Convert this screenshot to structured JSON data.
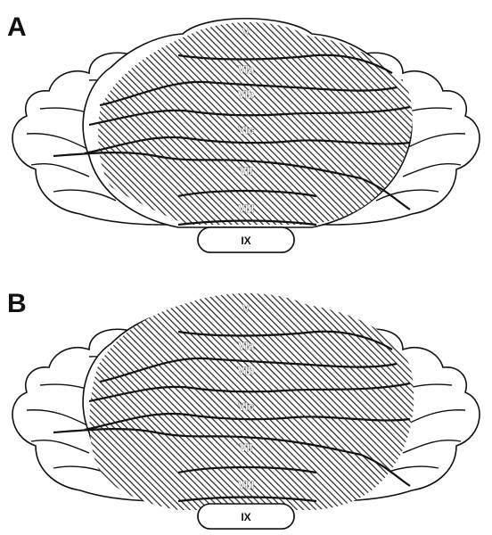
{
  "figure": {
    "panels": [
      {
        "id": "A",
        "letter": "A",
        "lobules": [
          "V",
          "VIa",
          "VIb",
          "VIc",
          "VII",
          "VIII",
          "IX"
        ]
      },
      {
        "id": "B",
        "letter": "B",
        "lobules": [
          "V",
          "VIa",
          "VIb",
          "VIc",
          "VII",
          "VIII",
          "IX"
        ]
      }
    ]
  }
}
